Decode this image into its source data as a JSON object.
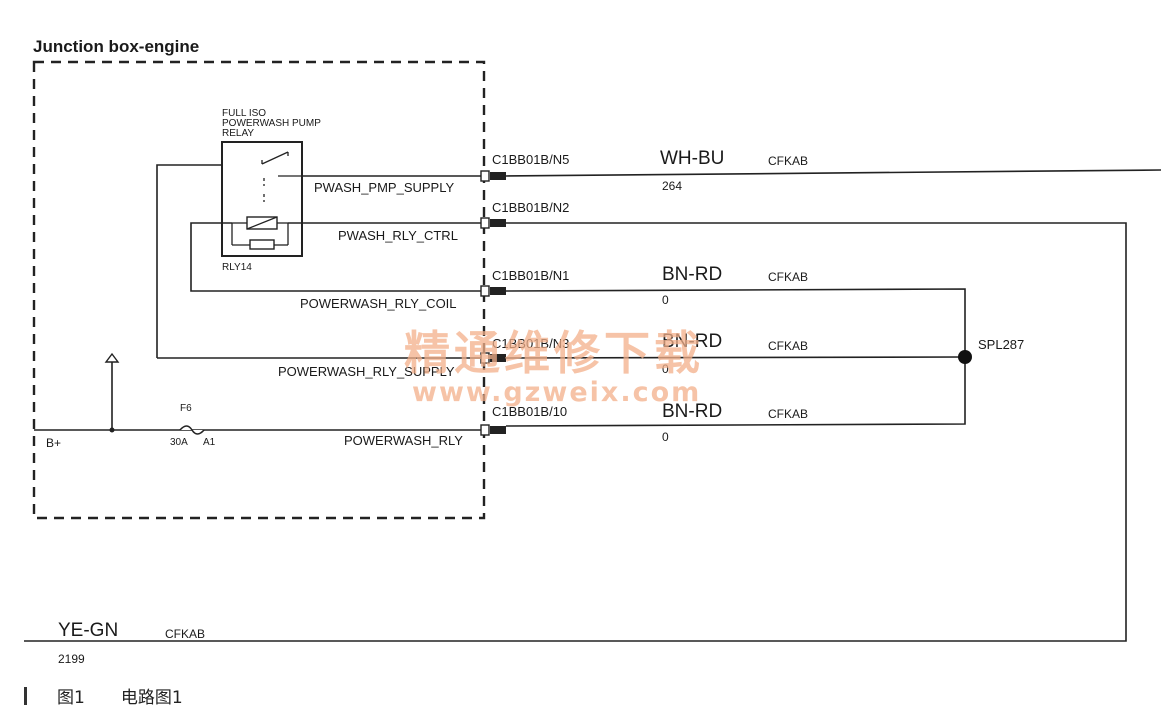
{
  "diagram": {
    "box_title": "Junction box-engine",
    "relay": {
      "title_line1": "FULL ISO",
      "title_line2": "POWERWASH PUMP",
      "title_line3": "RELAY",
      "ref": "RLY14"
    },
    "fuse": {
      "name": "F6",
      "rating": "30A",
      "pin": "A1"
    },
    "supply": "B+",
    "signals": {
      "pump_supply": "PWASH_PMP_SUPPLY",
      "relay_ctrl": "PWASH_RLY_CTRL",
      "relay_coil": "POWERWASH_RLY_COIL",
      "relay_supply": "POWERWASH_RLY_SUPPLY",
      "relay": "POWERWASH_RLY"
    },
    "connectors": {
      "n5": "C1BB01B/N5",
      "n2": "C1BB01B/N2",
      "n1": "C1BB01B/N1",
      "n3": "C1BB01B/N3",
      "p10": "C1BB01B/10"
    },
    "wires": {
      "n5": {
        "color": "WH-BU",
        "harness": "CFKAB",
        "number": "264"
      },
      "n1": {
        "color": "BN-RD",
        "harness": "CFKAB",
        "number": "0"
      },
      "n3": {
        "color": "BN-RD",
        "harness": "CFKAB",
        "number": "0"
      },
      "p10": {
        "color": "BN-RD",
        "harness": "CFKAB",
        "number": "0"
      },
      "bottom": {
        "color": "YE-GN",
        "harness": "CFKAB",
        "number": "2199"
      }
    },
    "splice": "SPL287"
  },
  "watermark": {
    "cn": "精通维修下载",
    "url": "www.gzweix.com"
  },
  "caption": {
    "figure": "图1",
    "text": "电路图1"
  }
}
